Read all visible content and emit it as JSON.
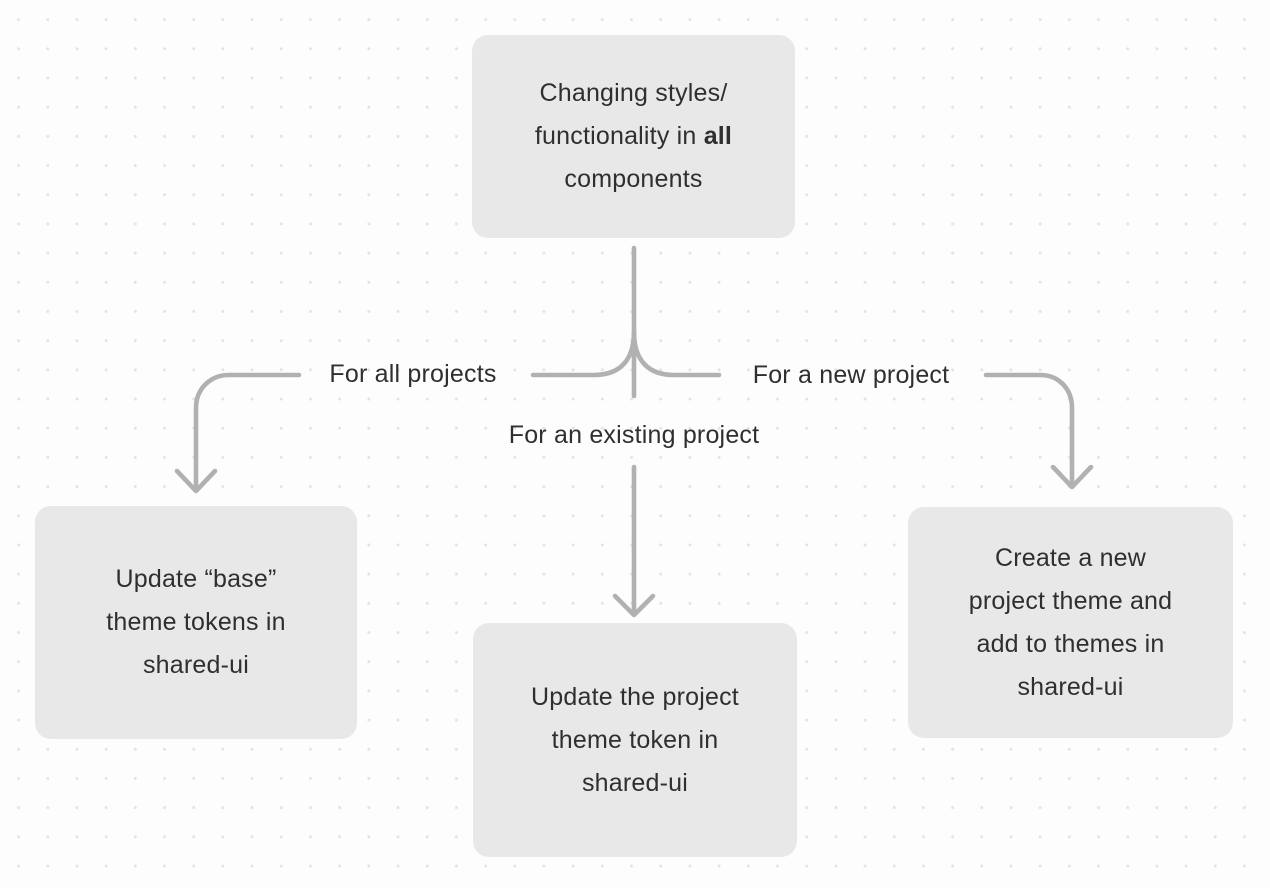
{
  "colors": {
    "background": "#fdfdfd",
    "dot": "#e3e3e3",
    "box_fill": "#e8e8e8",
    "connector": "#b1b1b1",
    "text": "#2f2f2f"
  },
  "nodes": {
    "root": {
      "line1": "Changing styles/",
      "line2_before": "functionality in ",
      "line2_bold": "all",
      "line3": "components"
    },
    "left": {
      "line1": "Update “base”",
      "line2": "theme tokens in",
      "line3": "shared-ui"
    },
    "center": {
      "line1": "Update the project",
      "line2": "theme token in",
      "line3": "shared-ui"
    },
    "right": {
      "line1": "Create a new",
      "line2": "project theme and",
      "line3": "add to themes in",
      "line4": "shared-ui"
    }
  },
  "edges": {
    "left": {
      "label": "For all projects"
    },
    "center": {
      "label": "For an existing project"
    },
    "right": {
      "label": "For a new project"
    }
  }
}
